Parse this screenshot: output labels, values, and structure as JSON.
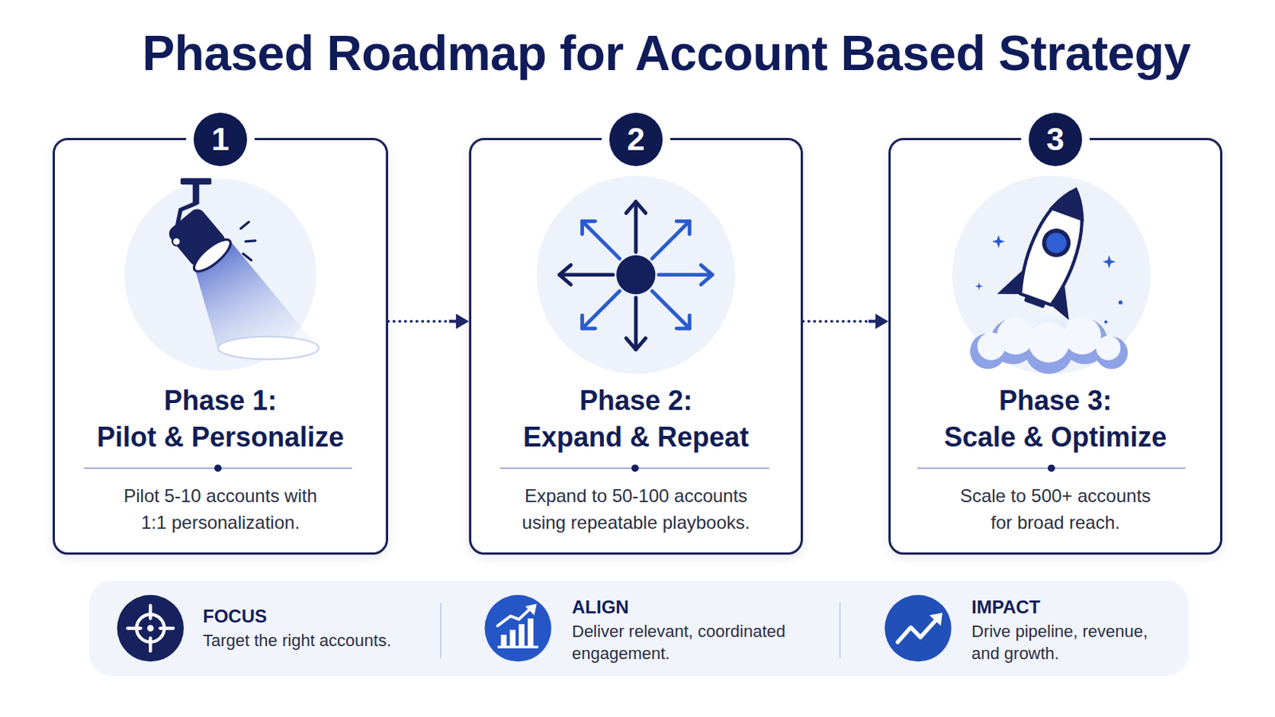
{
  "diagram": {
    "title": "Phased Roadmap for Account Based Strategy",
    "nodes": [
      {
        "text": [
          "1",
          "Phase 1: Pilot & Personalize",
          "Pilot 5-10 accounts with 1:1 personalization."
        ]
      },
      {
        "text": [
          "2",
          "Phase 2: Expand & Repeat",
          "Expand to 50-100 accounts using repeatable playbooks."
        ]
      },
      {
        "text": [
          "3",
          "Phase 3: Scale & Optimize",
          "Scale to 500+ accounts for broad reach."
        ]
      },
      {
        "text": [
          "FOCUS",
          "Target the right accounts.",
          "ALIGN",
          "Deliver relevant, coordinated engagement.",
          "IMPACT",
          "Drive pipeline, revenue, and growth."
        ]
      }
    ],
    "edges": [
      {
        "from": 0,
        "to": 1,
        "arrow": "to"
      },
      {
        "from": 1,
        "to": 2,
        "arrow": "to"
      }
    ]
  }
}
